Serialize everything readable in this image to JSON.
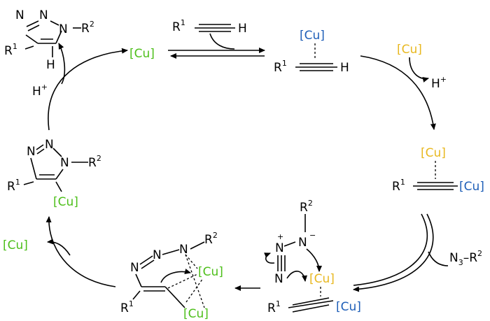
{
  "colors": {
    "cu_green": "#4dbf1a",
    "cu_blue": "#1f5fb8",
    "cu_yellow": "#e8b820",
    "ink": "#000000"
  },
  "labels": {
    "cu": "[Cu]",
    "R": "R",
    "one": "1",
    "two": "2",
    "H": "H",
    "H_plus": "H",
    "plus": "+",
    "minus": "−",
    "N": "N",
    "N3": "N",
    "three": "3"
  }
}
